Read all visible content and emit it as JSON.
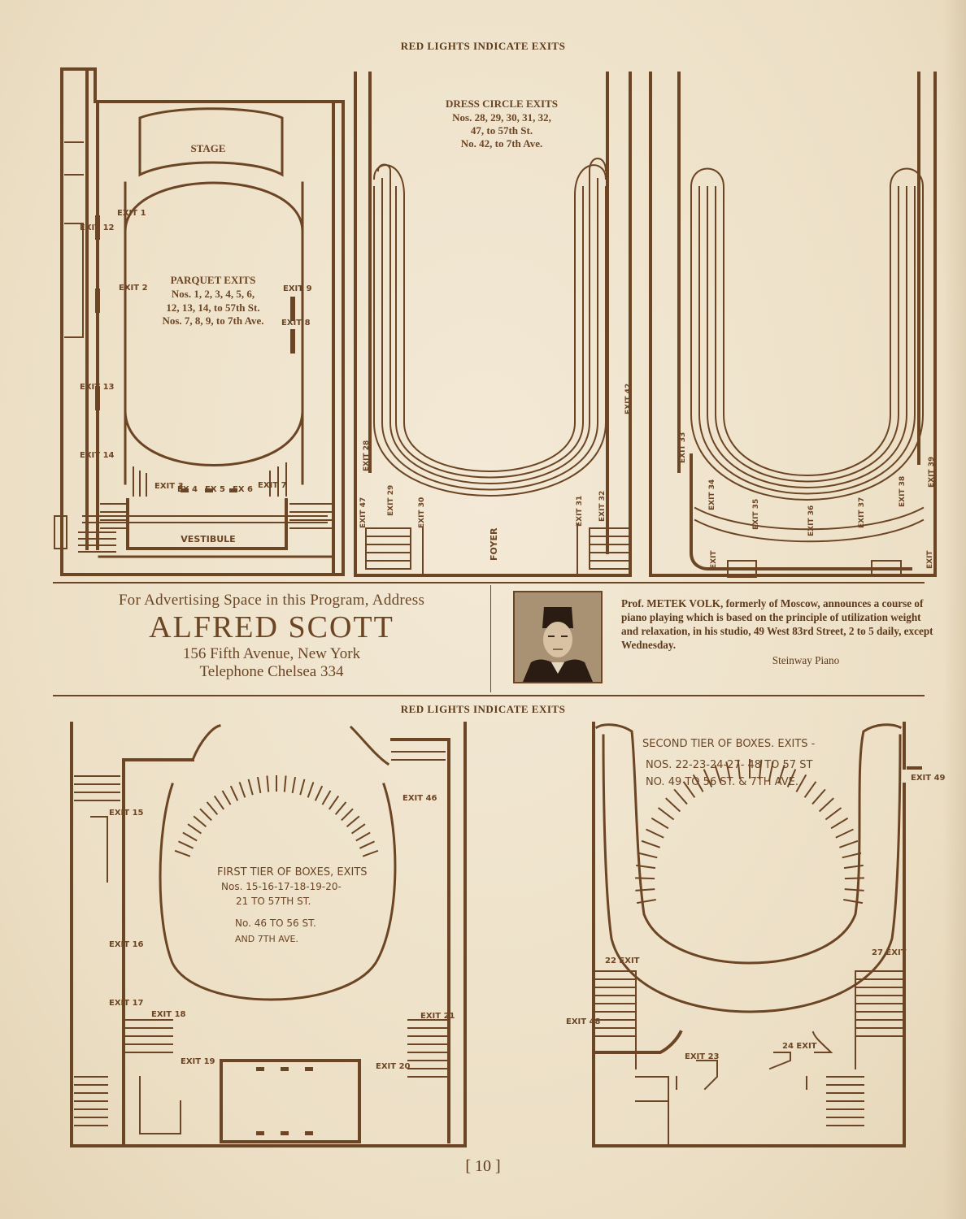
{
  "headers": {
    "top": "RED LIGHTS INDICATE EXITS",
    "middle": "RED LIGHTS INDICATE EXITS"
  },
  "parquet_plan": {
    "stage": "STAGE",
    "vestibule": "VESTIBULE",
    "heading": "PARQUET EXITS",
    "line1": "Nos. 1, 2, 3, 4, 5, 6,",
    "line2": "12, 13, 14, to 57th St.",
    "line3": "Nos. 7, 8, 9, to 7th Ave.",
    "exits": [
      "EXIT 1",
      "EXIT 2",
      "EXIT 12",
      "EXIT 13",
      "EXIT 14",
      "EXIT 3",
      "EX 4",
      "EX 5",
      "EX 6",
      "EXIT 7",
      "EXIT 8",
      "EXIT 9"
    ]
  },
  "dress_circle_plan": {
    "heading": "DRESS CIRCLE EXITS",
    "line1": "Nos. 28, 29, 30, 31, 32,",
    "line2": "47, to 57th St.",
    "line3": "No. 42, to 7th Ave.",
    "foyer": "FOYER",
    "exits": [
      "EXIT 28",
      "EXIT 47",
      "EXIT 29",
      "EXIT 30",
      "EXIT 31",
      "EXIT 32",
      "EXIT 42"
    ]
  },
  "balcony_plan": {
    "exits": [
      "EXIT 33",
      "EXIT 34",
      "EXIT 35",
      "EXIT 36",
      "EXIT 37",
      "EXIT 38",
      "EXIT 39",
      "EXIT",
      "EXIT"
    ]
  },
  "advert_left": {
    "line1": "For Advertising Space in this Program, Address",
    "name": "ALFRED SCOTT",
    "address": "156 Fifth Avenue, New York",
    "phone": "Telephone Chelsea 334"
  },
  "advert_right": {
    "text": "Prof. METEK VOLK, formerly of Moscow, announces a course of piano playing which is based on the principle of utilization weight and relaxation, in his studio, 49 West 83rd Street, 2 to 5 daily, except Wednesday.",
    "signature": "Steinway Piano"
  },
  "first_tier_plan": {
    "line1": "FIRST TIER OF BOXES, EXITS",
    "line2": "Nos. 15-16-17-18-19-20-",
    "line3": "21 TO 57TH ST.",
    "line4": "No. 46 TO 56 ST.",
    "line5": "AND 7TH AVE.",
    "exits": [
      "EXIT 15",
      "EXIT 16",
      "EXIT 17",
      "EXIT 18",
      "EXIT 19",
      "EXIT 20",
      "EXIT 21",
      "EXIT 46"
    ]
  },
  "second_tier_plan": {
    "line1": "SECOND TIER OF BOXES. EXITS -",
    "line2": "NOS. 22-23-24-27- 48 TO 57 ST",
    "line3": "NO. 49 TO 56 ST. & 7TH AVE.",
    "exits": [
      "EXIT 49",
      "22 EXIT",
      "27 EXIT",
      "EXIT 48",
      "EXIT 23",
      "24 EXIT"
    ]
  },
  "page_number": "[ 10 ]",
  "colors": {
    "ink": "#6b4524",
    "paper": "#efe4cf"
  }
}
